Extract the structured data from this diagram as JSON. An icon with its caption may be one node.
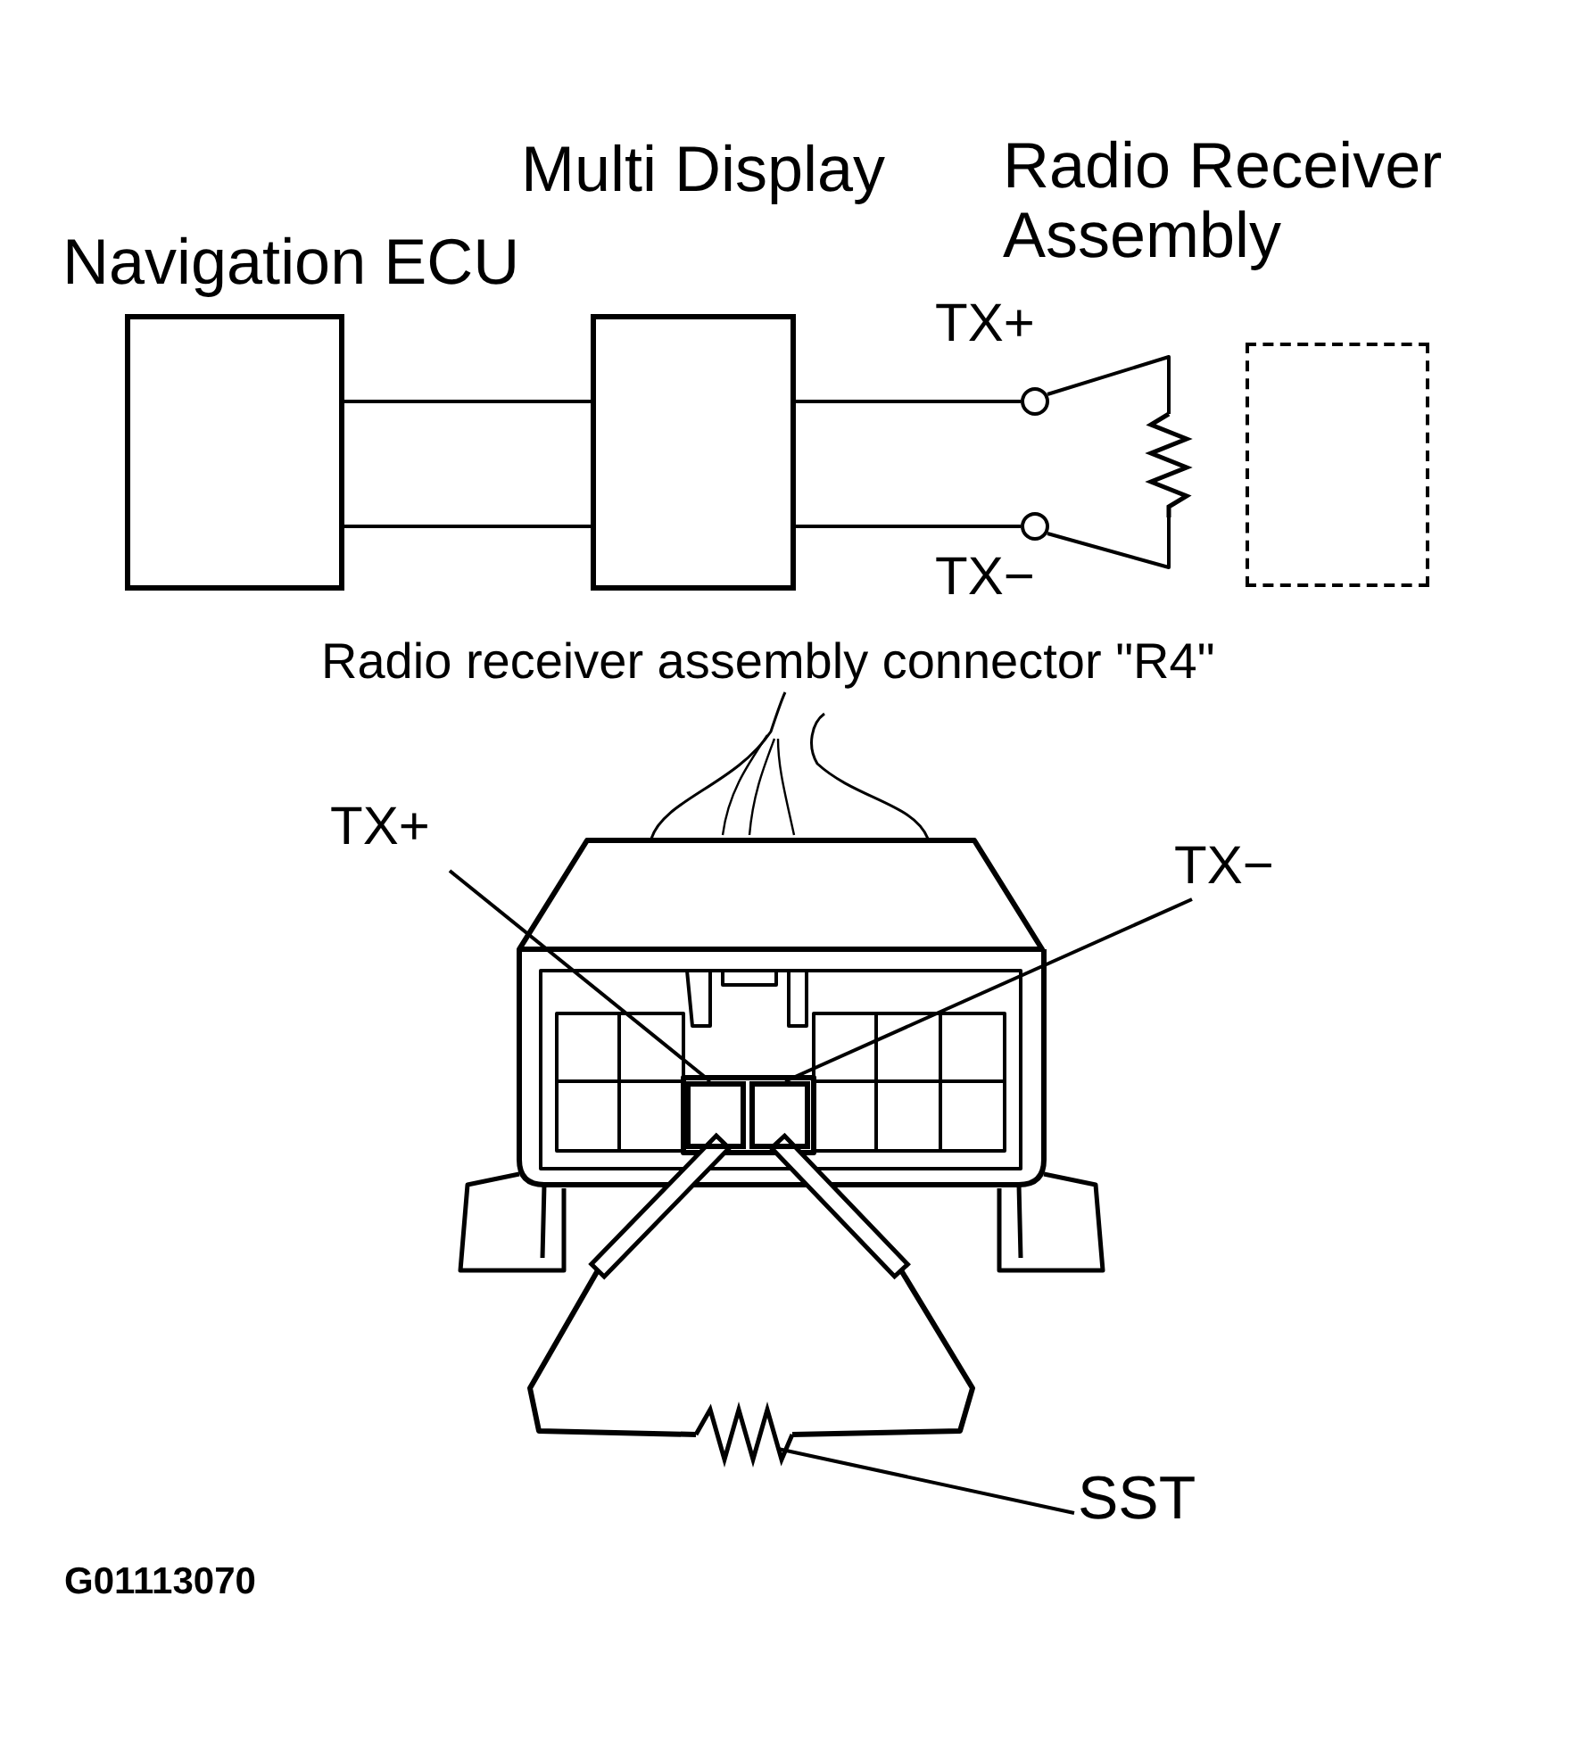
{
  "diagram": {
    "nodes": [
      {
        "text": [
          "Navigation ECU"
        ]
      },
      {
        "text": [
          "Multi Display"
        ]
      },
      {
        "text": [
          "Radio Receiver Assembly"
        ]
      },
      {
        "text": [
          "TX+"
        ]
      },
      {
        "text": [
          "TX−"
        ]
      },
      {
        "text": [],
        "shape": "resistor"
      },
      {
        "text": [],
        "shape": "picture"
      },
      {
        "text": [
          "TX+"
        ]
      },
      {
        "text": [],
        "shape": "box",
        "in": 6
      },
      {
        "text": [
          "TX−"
        ]
      },
      {
        "text": [],
        "shape": "box",
        "in": 6
      },
      {
        "text": [
          "SST"
        ]
      },
      {
        "text": [],
        "shape": "resistor"
      }
    ],
    "edges": [
      {
        "from": 0,
        "to": 1,
        "arrow": "none"
      },
      {
        "from": 0,
        "to": 1,
        "arrow": "none"
      },
      {
        "from": 1,
        "to": 3,
        "arrow": "none"
      },
      {
        "from": 1,
        "to": 4,
        "arrow": "none"
      },
      {
        "from": 3,
        "to": 5,
        "arrow": "none"
      },
      {
        "from": 5,
        "to": 4,
        "arrow": "none"
      },
      {
        "from": 7,
        "to": 8,
        "arrow": "none"
      },
      {
        "from": 9,
        "to": 10,
        "arrow": "none"
      },
      {
        "from": 11,
        "to": 12,
        "arrow": "none"
      },
      {
        "from": 8,
        "to": 12,
        "arrow": "none"
      },
      {
        "from": 10,
        "to": 12,
        "arrow": "none"
      }
    ],
    "labels": [
      "Radio receiver assembly connector \"R4\"",
      "G01113070"
    ]
  }
}
